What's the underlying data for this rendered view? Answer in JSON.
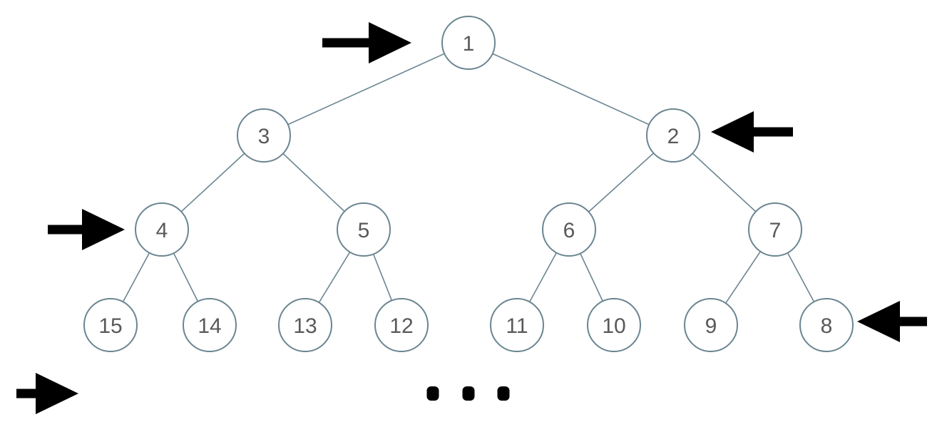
{
  "diagram": {
    "type": "binary-tree-level-order-zigzag-traversal",
    "colors": {
      "background": "#ffffff",
      "node_stroke": "#6b8591",
      "node_fill": "#ffffff",
      "node_label": "#595959",
      "edge": "#6b8591",
      "arrow": "#000000"
    },
    "nodes": {
      "n1": "1",
      "n2": "2",
      "n3": "3",
      "n4": "4",
      "n5": "5",
      "n6": "6",
      "n7": "7",
      "n8": "8",
      "n9": "9",
      "n10": "10",
      "n11": "11",
      "n12": "12",
      "n13": "13",
      "n14": "14",
      "n15": "15"
    },
    "edges": [
      [
        "1",
        "3"
      ],
      [
        "1",
        "2"
      ],
      [
        "3",
        "4"
      ],
      [
        "3",
        "5"
      ],
      [
        "2",
        "6"
      ],
      [
        "2",
        "7"
      ],
      [
        "4",
        "15"
      ],
      [
        "4",
        "14"
      ],
      [
        "5",
        "13"
      ],
      [
        "5",
        "12"
      ],
      [
        "6",
        "11"
      ],
      [
        "6",
        "10"
      ],
      [
        "7",
        "9"
      ],
      [
        "7",
        "8"
      ]
    ],
    "levels": [
      {
        "row": [
          "1"
        ],
        "arrow_direction": "right",
        "arrow_side": "left-of-row"
      },
      {
        "row": [
          "3",
          "2"
        ],
        "arrow_direction": "left",
        "arrow_side": "right-of-row"
      },
      {
        "row": [
          "4",
          "5",
          "6",
          "7"
        ],
        "arrow_direction": "right",
        "arrow_side": "left-of-row"
      },
      {
        "row": [
          "15",
          "14",
          "13",
          "12",
          "11",
          "10",
          "9",
          "8"
        ],
        "arrow_direction": "left",
        "arrow_side": "right-of-row"
      },
      {
        "row": [
          "..."
        ],
        "arrow_direction": "right",
        "arrow_side": "left-of-row"
      }
    ],
    "ellipsis": "..."
  }
}
